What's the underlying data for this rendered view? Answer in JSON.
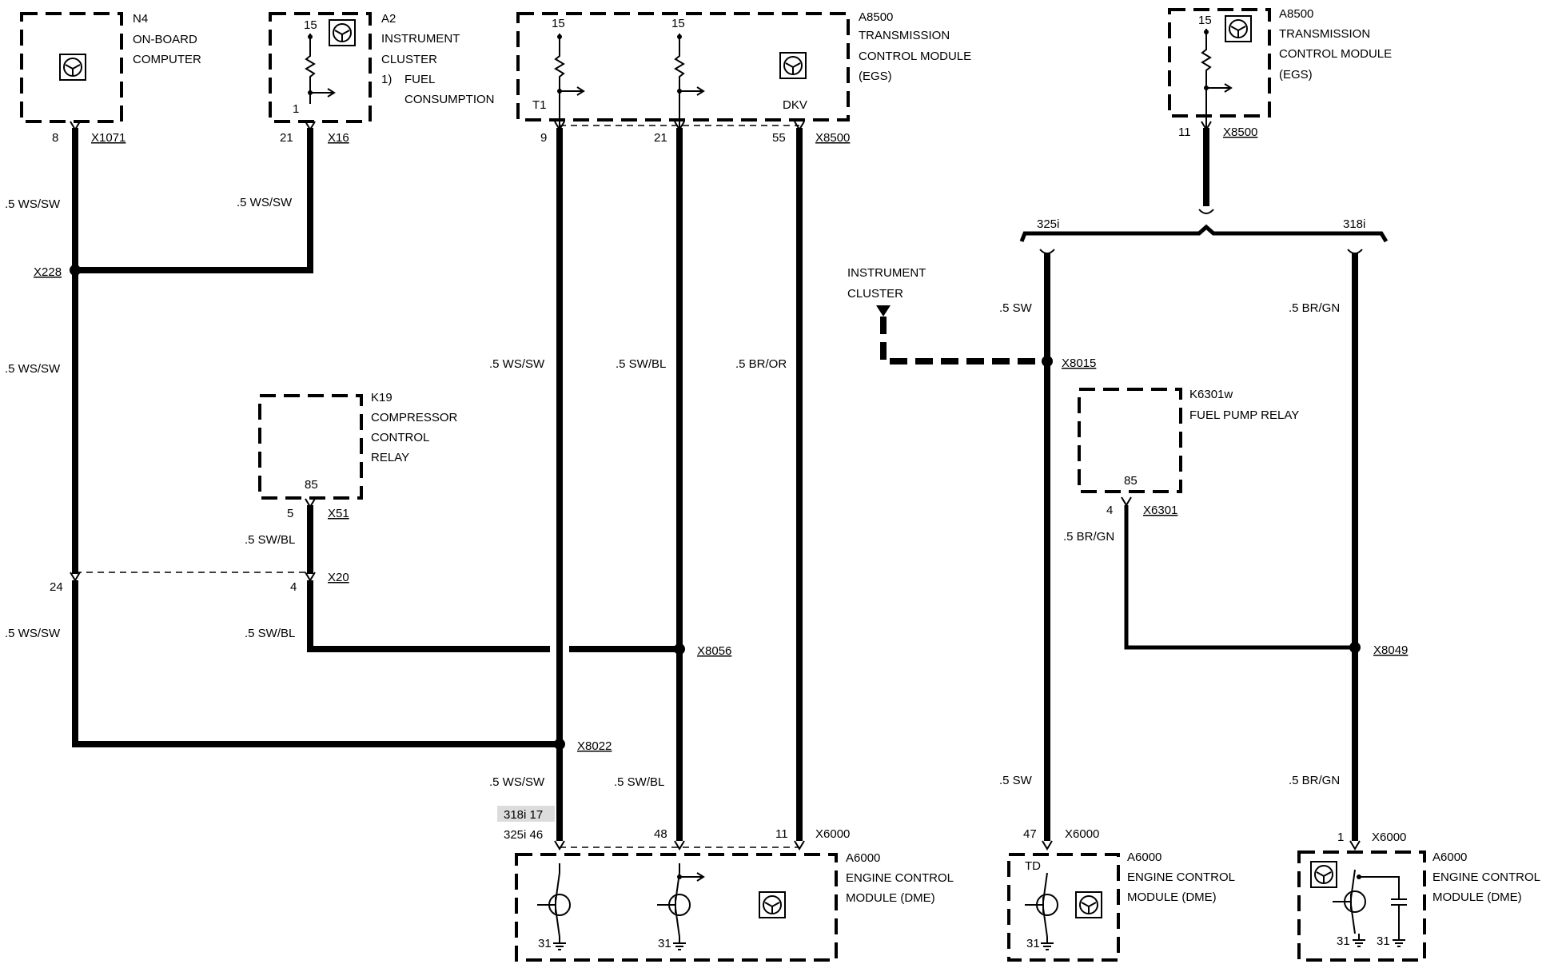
{
  "components": {
    "n4": {
      "id": "N4",
      "name1": "ON-BOARD",
      "name2": "COMPUTER"
    },
    "a2": {
      "id": "A2",
      "name1": "INSTRUMENT",
      "name2": "CLUSTER",
      "note_num": "1)",
      "note1": "FUEL",
      "note2": "CONSUMPTION"
    },
    "a8500_left": {
      "id": "A8500",
      "name1": "TRANSMISSION",
      "name2": "CONTROL MODULE",
      "name3": "(EGS)"
    },
    "a8500_right": {
      "id": "A8500",
      "name1": "TRANSMISSION",
      "name2": "CONTROL MODULE",
      "name3": "(EGS)"
    },
    "k19": {
      "id": "K19",
      "name1": "COMPRESSOR",
      "name2": "CONTROL",
      "name3": "RELAY"
    },
    "k6301w": {
      "id": "K6301w",
      "name1": "FUEL PUMP RELAY"
    },
    "instrument_cluster_ext": {
      "name1": "INSTRUMENT",
      "name2": "CLUSTER"
    },
    "a6000_1": {
      "id": "A6000",
      "name1": "ENGINE CONTROL",
      "name2": "MODULE (DME)"
    },
    "a6000_2": {
      "id": "A6000",
      "name1": "ENGINE CONTROL",
      "name2": "MODULE (DME)"
    },
    "a6000_3": {
      "id": "A6000",
      "name1": "ENGINE CONTROL",
      "name2": "MODULE (DME)"
    }
  },
  "connectors": {
    "x1071": "X1071",
    "x16": "X16",
    "x8500_left": "X8500",
    "x8500_right": "X8500",
    "x228": "X228",
    "x51": "X51",
    "x20": "X20",
    "x8056": "X8056",
    "x8022": "X8022",
    "x8015": "X8015",
    "x6301": "X6301",
    "x8049": "X8049",
    "x6000_1": "X6000",
    "x6000_2": "X6000",
    "x6000_3": "X6000"
  },
  "pins": {
    "n4_8": "8",
    "a2_21": "21",
    "a2_1": "1",
    "a2_15": "15",
    "egs_15a": "15",
    "egs_15b": "15",
    "egs_t1": "T1",
    "egs_dkv": "DKV",
    "egs_9": "9",
    "egs_21": "21",
    "egs_55": "55",
    "egs2_15": "15",
    "egs2_11": "11",
    "k19_85": "85",
    "x51_5": "5",
    "x20_4": "4",
    "x20_24": "24",
    "k6301_85": "85",
    "x6301_4": "4",
    "dme1_318i": "318i 17",
    "dme1_325i": "325i 46",
    "dme1_48": "48",
    "dme1_11": "11",
    "dme1_31a": "31",
    "dme1_31b": "31",
    "dme2_47": "47",
    "dme2_td": "TD",
    "dme2_31": "31",
    "dme3_1": "1",
    "dme3_31a": "31",
    "dme3_31b": "31"
  },
  "wires": {
    "w1": ".5 WS/SW",
    "w2": ".5 WS/SW",
    "w3": ".5 WS/SW",
    "w4": ".5 WS/SW",
    "w5": ".5 SW/BL",
    "w6": ".5 SW/BL",
    "w7": ".5 WS/SW",
    "w8": ".5 SW/BL",
    "w9": ".5 BR/OR",
    "w10": ".5 WS/SW",
    "w11": ".5 SW/BL",
    "w12": ".5 SW",
    "w13": ".5 BR/GN",
    "w14": ".5 BR/GN",
    "w15": ".5 SW",
    "w16": ".5 BR/GN"
  },
  "variants": {
    "v325i": "325i",
    "v318i": "318i"
  }
}
